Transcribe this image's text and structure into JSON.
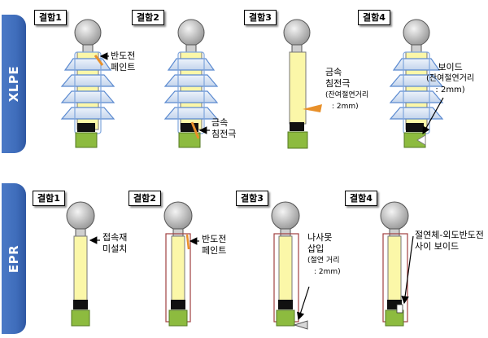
{
  "sections": [
    {
      "label": "XLPE",
      "defects": [
        {
          "tag": "결함1",
          "annotation": [
            "반도전",
            "페인트"
          ]
        },
        {
          "tag": "결함2",
          "annotation": [
            "금속",
            "침전극"
          ]
        },
        {
          "tag": "결함3",
          "annotation": [
            "금속",
            "침전극",
            "(잔여절연거리",
            ": 2mm)"
          ]
        },
        {
          "tag": "결함4",
          "annotation": [
            "보이드",
            "(잔여절연거리",
            ": 2mm)"
          ]
        }
      ]
    },
    {
      "label": "EPR",
      "defects": [
        {
          "tag": "결함1",
          "annotation": [
            "접속재",
            "미설치"
          ]
        },
        {
          "tag": "결함2",
          "annotation": [
            "반도전",
            "페인트"
          ]
        },
        {
          "tag": "결함3",
          "annotation": [
            "나사못",
            "삽입",
            "(절연 거리",
            ": 2mm)"
          ]
        },
        {
          "tag": "결함4",
          "annotation": [
            "절연체-외도반도전",
            "사이 보이드"
          ]
        }
      ]
    }
  ],
  "colors": {
    "band": "#3f6dbb",
    "insulator": "#fbf7a8",
    "shed": "#dbe6f4",
    "shed_border": "#5b8ad0",
    "base": "#8dbb3f",
    "black_block": "#111111",
    "paint": "#e8902a",
    "red_line": "#a04040",
    "ball": "#c8c8c8"
  }
}
